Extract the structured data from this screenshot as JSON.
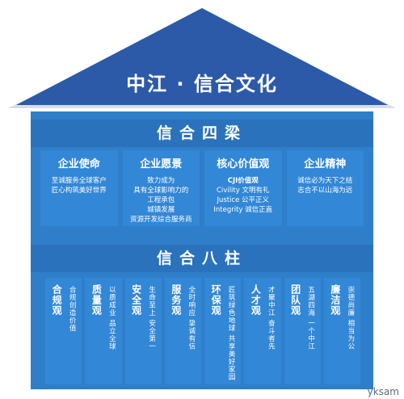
{
  "title": "中江 · 信合文化",
  "beams_band": "信合四梁",
  "beams": [
    {
      "title": "企业使命",
      "lines": [
        "至诚服务全球客户",
        "匠心构筑美好世界"
      ]
    },
    {
      "title": "企业愿景",
      "lines": [
        "致力成为",
        "具有全球影响力的",
        "工程承包",
        "城镇发展",
        "资源开发综合服务商"
      ]
    },
    {
      "title": "核心价值观",
      "lines": [
        "CJI价值观",
        "Civility 文明有礼",
        "Justice 公平正义",
        "Integrity 诚信正直"
      ]
    },
    {
      "title": "企业精神",
      "lines": [
        "诚信必为天下之结",
        "志合不以山海为远"
      ]
    }
  ],
  "pillars_band": "信合八柱",
  "pillars": [
    {
      "title": "合规观",
      "desc": "合规创造价值"
    },
    {
      "title": "质量观",
      "desc": "以质成业 品立全球"
    },
    {
      "title": "安全观",
      "desc": "生命至上 安全第一"
    },
    {
      "title": "服务观",
      "desc": "全时响应 挚诚有信"
    },
    {
      "title": "环保观",
      "desc": "匠筑绿色地球 共享美好家园"
    },
    {
      "title": "人才观",
      "desc": "才聚中江 奋斗者先"
    },
    {
      "title": "团队观",
      "desc": "五湖四海 一个中江"
    },
    {
      "title": "廉洁观",
      "desc": "崇德尚廉 相当为公"
    }
  ],
  "watermark": "yksam",
  "colors": {
    "roof": "#2c5aa8",
    "body": "#2f7ec9",
    "band": "#2a72bb",
    "card": "#3287d6"
  }
}
